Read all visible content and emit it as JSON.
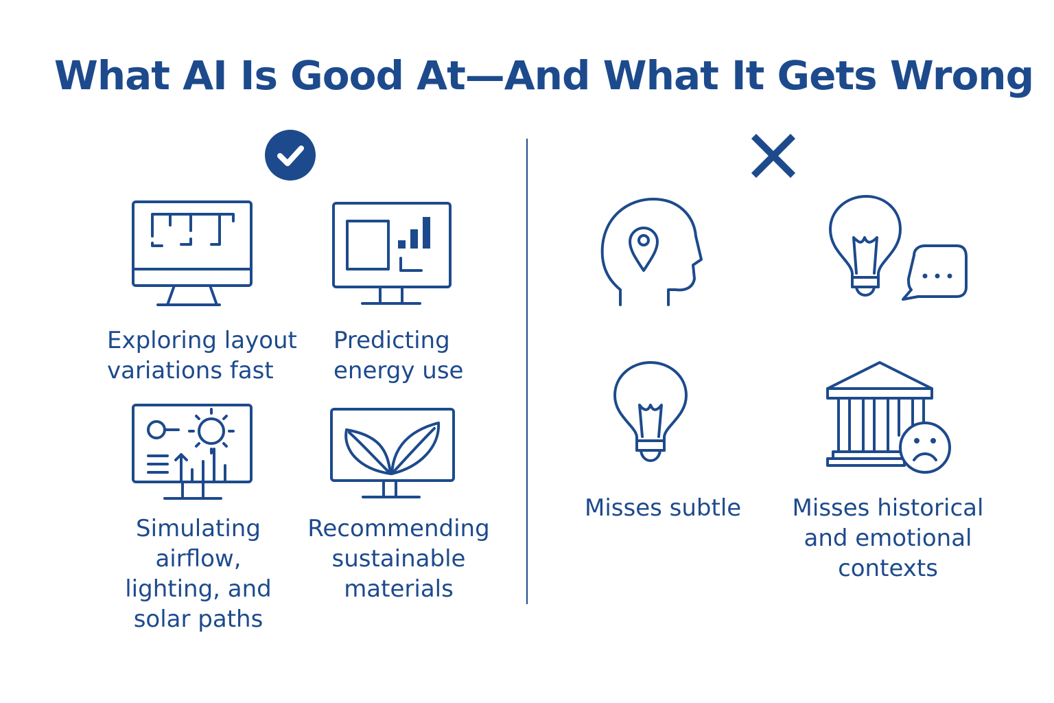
{
  "title": "What AI Is Good At—And What It Gets Wrong",
  "good": {
    "marker_icon": "check-circle-icon",
    "items": [
      {
        "icon": "monitor-floor-plan-icon",
        "label": "Exploring layout\nvariations fast"
      },
      {
        "icon": "monitor-energy-chart-icon",
        "label": "Predicting\nenergy use"
      },
      {
        "icon": "monitor-sun-airflow-icon",
        "label": "Simulating airflow,\nlighting, and\nsolar paths"
      },
      {
        "icon": "monitor-leaf-icon",
        "label": "Recommending\nsustainable\nmaterials"
      }
    ]
  },
  "bad": {
    "marker_icon": "x-mark-icon",
    "items": [
      {
        "icon": "head-location-pin-icon",
        "label": ""
      },
      {
        "icon": "lightbulb-speech-bubble-icon",
        "label": ""
      },
      {
        "icon": "lightbulb-icon",
        "label": "Misses subtle"
      },
      {
        "icon": "classical-building-sad-face-icon",
        "label": "Misses historical\nand emotional\ncontexts"
      }
    ]
  },
  "colors": {
    "accent": "#1d4a8c",
    "background": "#ffffff"
  }
}
